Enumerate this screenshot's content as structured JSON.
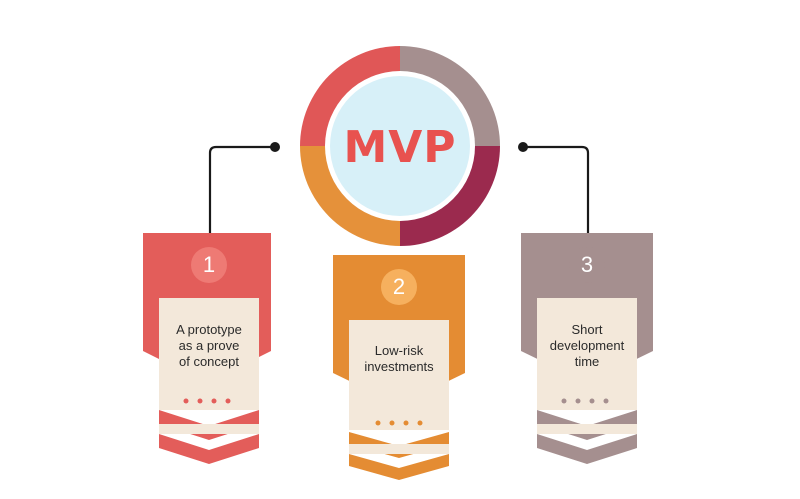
{
  "center": {
    "title": "MVP",
    "ring_colors": [
      "#a58f8f",
      "#9b2a4e",
      "#e5913a",
      "#e05757"
    ],
    "inner_color": "#d7f0f8"
  },
  "cards": [
    {
      "number": "1",
      "text": [
        "A prototype",
        "as a prove",
        "of concept"
      ],
      "color": "#e35d5a",
      "badge": "#ee7a74"
    },
    {
      "number": "2",
      "text": [
        "Low-risk",
        "investments"
      ],
      "color": "#e48c33",
      "badge": "#f6b05e"
    },
    {
      "number": "3",
      "text": [
        "Short",
        "development",
        "time"
      ],
      "color": "#a58f8f",
      "badge": "#a58f8f"
    }
  ],
  "card_fill": "#f3e8da",
  "connector_color": "#1a1a1a"
}
